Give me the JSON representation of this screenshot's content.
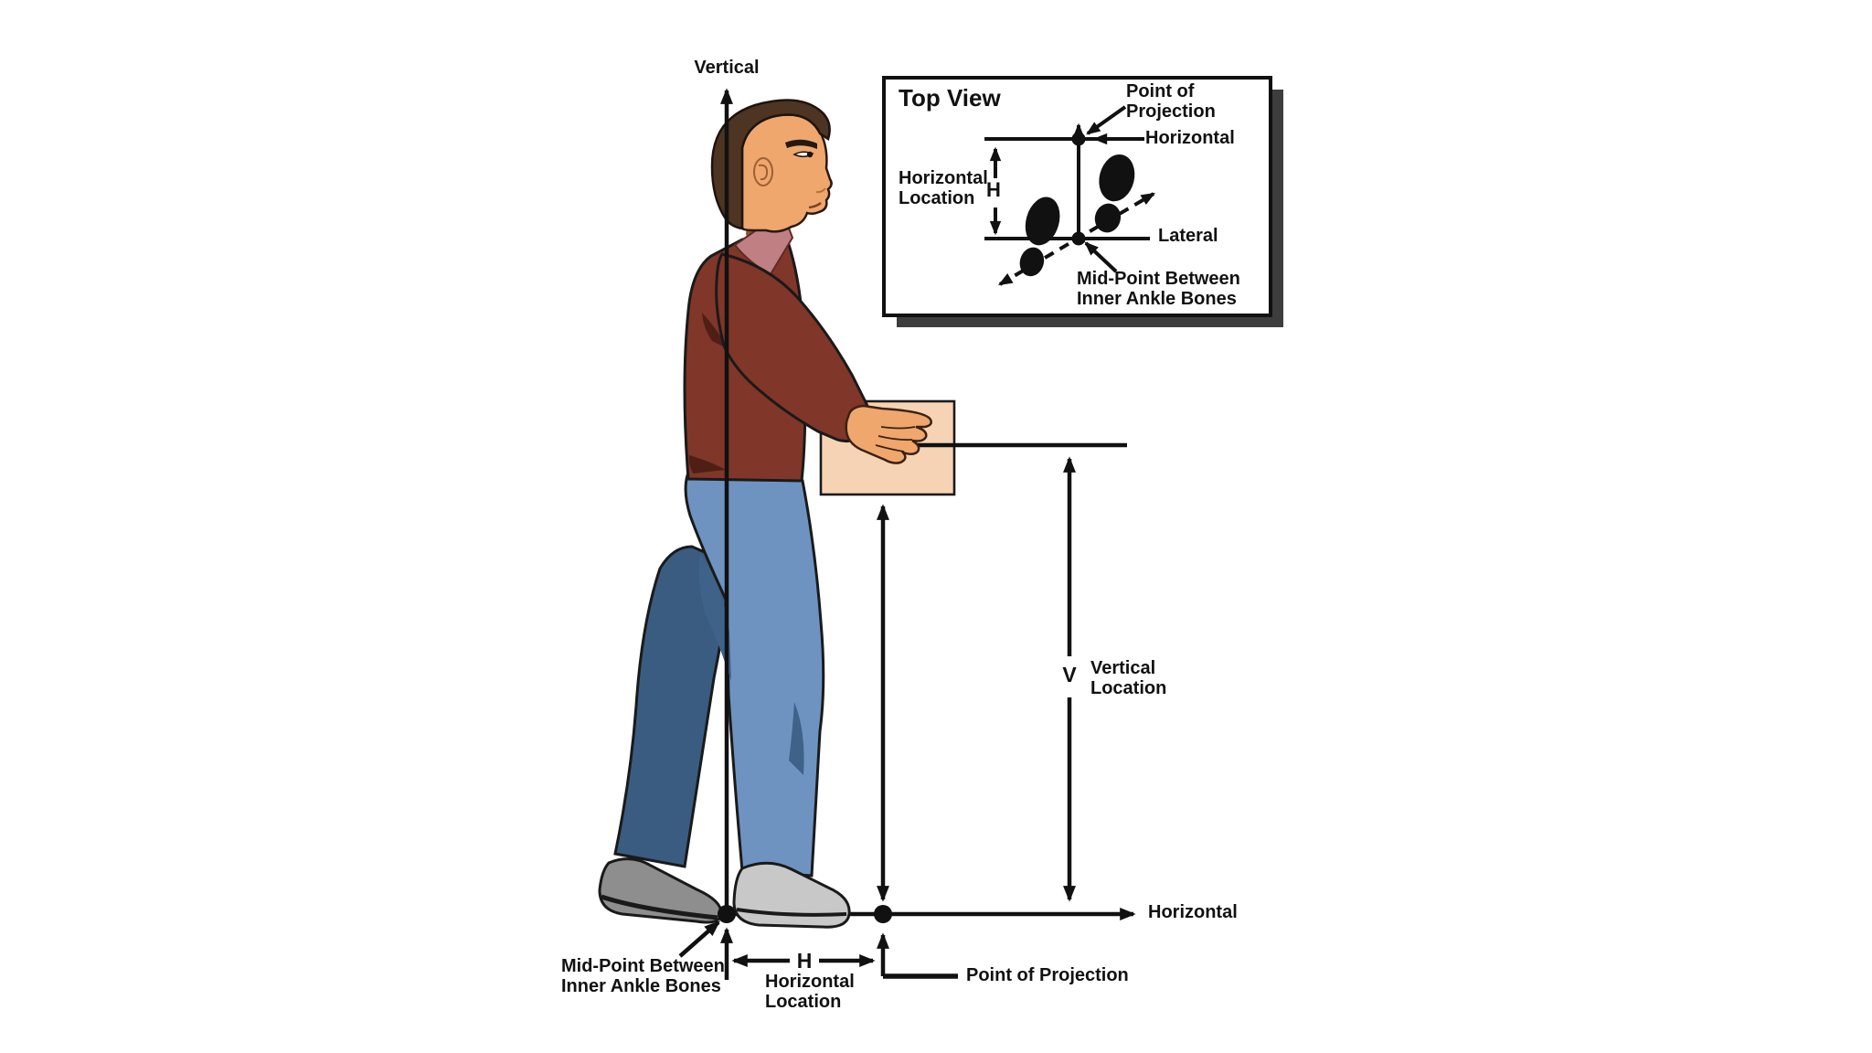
{
  "main": {
    "vertical_axis_label": "Vertical",
    "horizontal_axis_label": "Horizontal",
    "v_symbol": "V",
    "vertical_location_line1": "Vertical",
    "vertical_location_line2": "Location",
    "h_symbol": "H",
    "horizontal_location_line1": "Horizontal",
    "horizontal_location_line2": "Location",
    "midpoint_line1": "Mid-Point Between",
    "midpoint_line2": "Inner Ankle Bones",
    "point_of_projection": "Point of Projection"
  },
  "inset": {
    "title": "Top View",
    "point_of_projection_line1": "Point of",
    "point_of_projection_line2": "Projection",
    "horizontal_label": "Horizontal",
    "horizontal_location_line1": "Horizontal",
    "horizontal_location_line2": "Location",
    "h_symbol": "H",
    "lateral_label": "Lateral",
    "midpoint_line1": "Mid-Point Between",
    "midpoint_line2": "Inner Ankle Bones"
  },
  "colors": {
    "line": "#111111",
    "inset_shadow": "#3d3d3d",
    "box_fill": "#f6d3b5",
    "skin": "#efa76e",
    "skin_shadow": "#8a5631",
    "hair": "#4d3423",
    "sweater": "#803629",
    "sweater_shade": "#4f1f15",
    "collar": "#c08083",
    "jeans_near": "#6e93c1",
    "jeans_far": "#3a5c80",
    "jeans_shade": "#3f6288",
    "shoe_near": "#c8c8c8",
    "shoe_far": "#8e8e8e"
  }
}
